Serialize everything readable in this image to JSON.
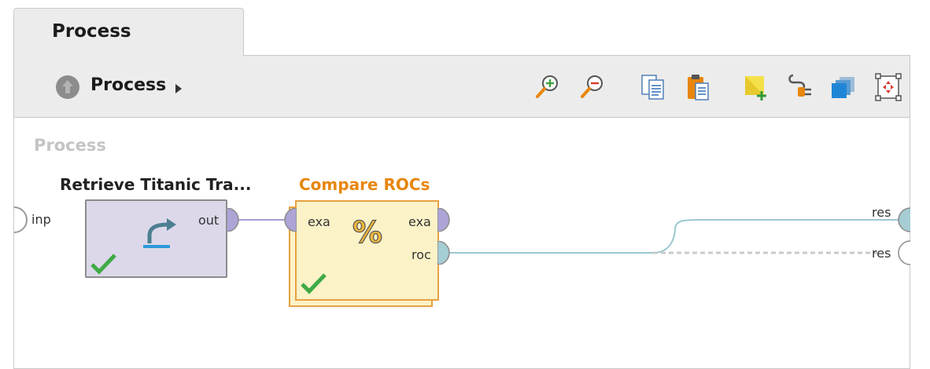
{
  "tab": {
    "label": "Process"
  },
  "toolbar": {
    "breadcrumb": "Process",
    "icons": [
      "zoom-in-icon",
      "zoom-out-icon",
      "copy-icon",
      "paste-icon",
      "add-note-icon",
      "auto-wire-icon",
      "layers-icon",
      "fit-view-icon"
    ]
  },
  "canvas": {
    "title": "Process",
    "input_port": "inp",
    "result_ports": [
      "res",
      "res"
    ]
  },
  "operators": {
    "retrieve": {
      "title": "Retrieve Titanic Tra...",
      "out_port": "out",
      "status": "ok"
    },
    "compare_rocs": {
      "title": "Compare ROCs",
      "in_port": "exa",
      "out_ports": [
        "exa",
        "roc"
      ],
      "status": "ok"
    }
  },
  "colors": {
    "accent_orange": "#e8860d",
    "retrieve_fill": "#dcd8ea",
    "compare_fill": "#fbf2c8",
    "port_purple": "#aea4d6",
    "port_teal": "#a5cdd3",
    "check_green": "#3faa46",
    "wire_teal": "#9cc8cf"
  }
}
